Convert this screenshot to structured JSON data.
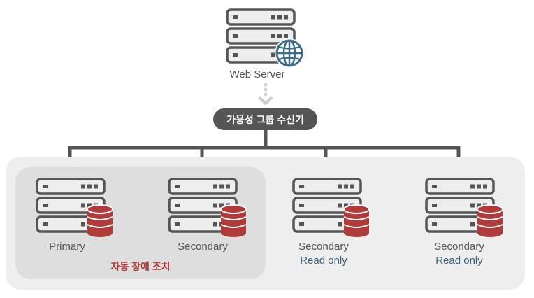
{
  "web_server": {
    "label": "Web Server",
    "icon": "globe-icon"
  },
  "listener": {
    "label": "가용성 그룹 수신기"
  },
  "failover": {
    "label": "자동 장애 조치"
  },
  "nodes": [
    {
      "role": "Primary",
      "note": ""
    },
    {
      "role": "Secondary",
      "note": ""
    },
    {
      "role": "Secondary",
      "note": "Read only"
    },
    {
      "role": "Secondary",
      "note": "Read only"
    }
  ],
  "colors": {
    "server_stroke": "#555555",
    "server_fill": "#eeeeee",
    "db_red": "#b13a3a",
    "globe_blue": "#3d6b8a",
    "listener_bg": "#555555",
    "outer_panel": "#eeeeee",
    "failover_panel": "#dedede",
    "failover_text": "#b13a3a",
    "readonly_text": "#3b5f7b",
    "label_text": "#555555"
  }
}
